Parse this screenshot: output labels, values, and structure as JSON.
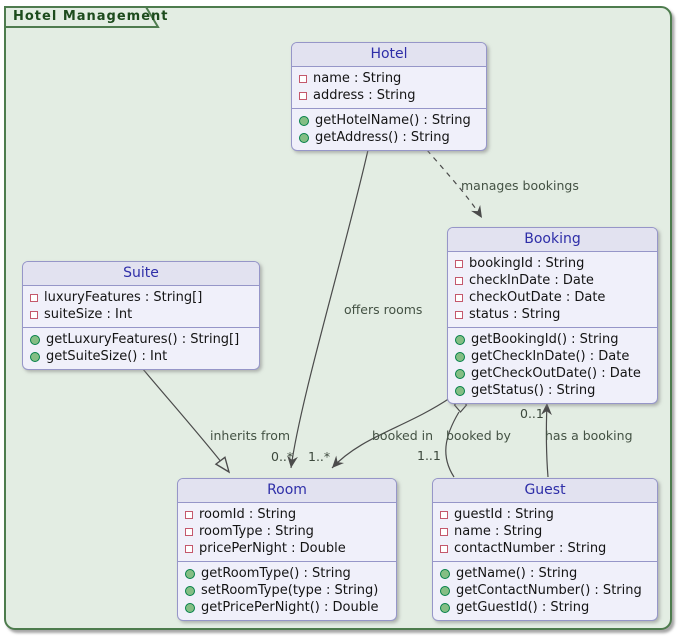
{
  "frame": {
    "title": "Hotel Management"
  },
  "colors": {
    "frame_fill": "#e3ede3",
    "frame_border": "#4e7b4e",
    "frame_title_text": "#1d4b1d",
    "class_border": "#9696c8",
    "class_header_fill": "#e2e2f0",
    "class_body_fill": "#f0f0fa",
    "class_title_text": "#2e2ea8",
    "edge_stroke": "#4b4b4b",
    "edge_label_text": "#445244",
    "private_field_icon": "#c4586c",
    "public_method_icon": "#84be84"
  },
  "classes": [
    {
      "id": "hotel",
      "name": "Hotel",
      "attributes": [
        {
          "visibility": "private",
          "icon": "private-field-square-icon",
          "text": "name : String"
        },
        {
          "visibility": "private",
          "icon": "private-field-square-icon",
          "text": "address : String"
        }
      ],
      "methods": [
        {
          "visibility": "public",
          "icon": "public-method-circle-icon",
          "text": "getHotelName() : String"
        },
        {
          "visibility": "public",
          "icon": "public-method-circle-icon",
          "text": "getAddress() : String"
        }
      ]
    },
    {
      "id": "booking",
      "name": "Booking",
      "attributes": [
        {
          "visibility": "private",
          "icon": "private-field-square-icon",
          "text": "bookingId : String"
        },
        {
          "visibility": "private",
          "icon": "private-field-square-icon",
          "text": "checkInDate : Date"
        },
        {
          "visibility": "private",
          "icon": "private-field-square-icon",
          "text": "checkOutDate : Date"
        },
        {
          "visibility": "private",
          "icon": "private-field-square-icon",
          "text": "status : String"
        }
      ],
      "methods": [
        {
          "visibility": "public",
          "icon": "public-method-circle-icon",
          "text": "getBookingId() : String"
        },
        {
          "visibility": "public",
          "icon": "public-method-circle-icon",
          "text": "getCheckInDate() : Date"
        },
        {
          "visibility": "public",
          "icon": "public-method-circle-icon",
          "text": "getCheckOutDate() : Date"
        },
        {
          "visibility": "public",
          "icon": "public-method-circle-icon",
          "text": "getStatus() : String"
        }
      ]
    },
    {
      "id": "suite",
      "name": "Suite",
      "attributes": [
        {
          "visibility": "private",
          "icon": "private-field-square-icon",
          "text": "luxuryFeatures : String[]"
        },
        {
          "visibility": "private",
          "icon": "private-field-square-icon",
          "text": "suiteSize : Int"
        }
      ],
      "methods": [
        {
          "visibility": "public",
          "icon": "public-method-circle-icon",
          "text": "getLuxuryFeatures() : String[]"
        },
        {
          "visibility": "public",
          "icon": "public-method-circle-icon",
          "text": "getSuiteSize() : Int"
        }
      ]
    },
    {
      "id": "room",
      "name": "Room",
      "attributes": [
        {
          "visibility": "private",
          "icon": "private-field-square-icon",
          "text": "roomId : String"
        },
        {
          "visibility": "private",
          "icon": "private-field-square-icon",
          "text": "roomType : String"
        },
        {
          "visibility": "private",
          "icon": "private-field-square-icon",
          "text": "pricePerNight : Double"
        }
      ],
      "methods": [
        {
          "visibility": "public",
          "icon": "public-method-circle-icon",
          "text": "getRoomType() : String"
        },
        {
          "visibility": "public",
          "icon": "public-method-circle-icon",
          "text": "setRoomType(type : String)"
        },
        {
          "visibility": "public",
          "icon": "public-method-circle-icon",
          "text": "getPricePerNight() : Double"
        }
      ]
    },
    {
      "id": "guest",
      "name": "Guest",
      "attributes": [
        {
          "visibility": "private",
          "icon": "private-field-square-icon",
          "text": "guestId : String"
        },
        {
          "visibility": "private",
          "icon": "private-field-square-icon",
          "text": "name : String"
        },
        {
          "visibility": "private",
          "icon": "private-field-square-icon",
          "text": "contactNumber : String"
        }
      ],
      "methods": [
        {
          "visibility": "public",
          "icon": "public-method-circle-icon",
          "text": "getName() : String"
        },
        {
          "visibility": "public",
          "icon": "public-method-circle-icon",
          "text": "getContactNumber() : String"
        },
        {
          "visibility": "public",
          "icon": "public-method-circle-icon",
          "text": "getGuestId() : String"
        }
      ]
    }
  ],
  "relationships": [
    {
      "id": "hotel-booking",
      "from": "Hotel",
      "to": "Booking",
      "label": "manages bookings",
      "style": "dashed-open-arrow",
      "target_multiplicity": ""
    },
    {
      "id": "hotel-room",
      "from": "Hotel",
      "to": "Room",
      "label": "offers rooms",
      "style": "solid-open-arrow",
      "target_multiplicity": "0..*"
    },
    {
      "id": "suite-room",
      "from": "Suite",
      "to": "Room",
      "label": "inherits from",
      "style": "inheritance-hollow-triangle",
      "target_multiplicity": ""
    },
    {
      "id": "booking-room",
      "from": "Booking",
      "to": "Room",
      "label": "booked in",
      "style": "solid-open-arrow",
      "target_multiplicity": "1..*"
    },
    {
      "id": "booking-guest",
      "from": "Booking",
      "to": "Guest",
      "label": "booked by",
      "style": "aggregation-hollow-diamond",
      "target_multiplicity": "1..1"
    },
    {
      "id": "guest-booking",
      "from": "Guest",
      "to": "Booking",
      "label": "has a booking",
      "style": "solid-open-arrow",
      "target_multiplicity": "0..1"
    }
  ]
}
